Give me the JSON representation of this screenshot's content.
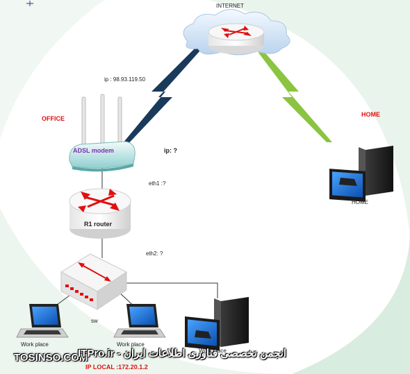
{
  "labels": {
    "internet": "INTERNET",
    "office": "OFFICE",
    "home_title": "HOME",
    "home_pc": "HOME",
    "wan_ip": "ip : 98.93.119.50",
    "modem": "ADSL modem",
    "ip_q": "ip: ?",
    "eth1": "eth1 :?",
    "eth2": "eth2: ?",
    "router": "R1 router",
    "switch": "sw",
    "work1": "Work place",
    "work2": "Work place",
    "work3": "Work place",
    "ip_local": "IP LOCAL :172.20.1.2"
  },
  "watermark": {
    "site": "TOSINSO.COM",
    "itpro": "انجمن تخصصی فناوری اطلاعات ایران - ITPro.ir"
  },
  "colors": {
    "label_red": "#e01010",
    "modem_label": "#7a2fb0",
    "office_link": "#1a3a5a",
    "home_link": "#8ac441",
    "router_arrows": "#e01010",
    "monitor_screen": "#1a6fd0"
  },
  "icons": [
    "cloud-router-icon",
    "adsl-modem-icon",
    "router-icon",
    "switch-icon",
    "laptop-icon",
    "desktop-pc-icon",
    "lightning-link-icon"
  ]
}
